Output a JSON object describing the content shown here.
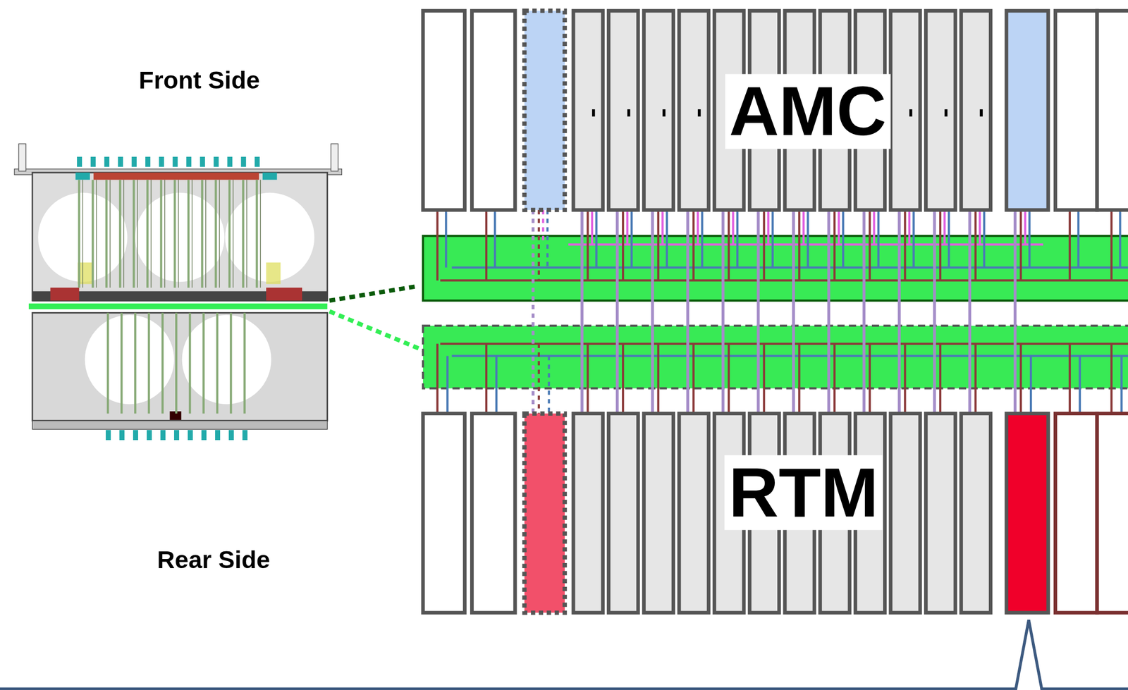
{
  "diagram": {
    "labels": [
      "Front Side",
      "Rear Side",
      "AMC",
      "RTM"
    ]
  }
}
